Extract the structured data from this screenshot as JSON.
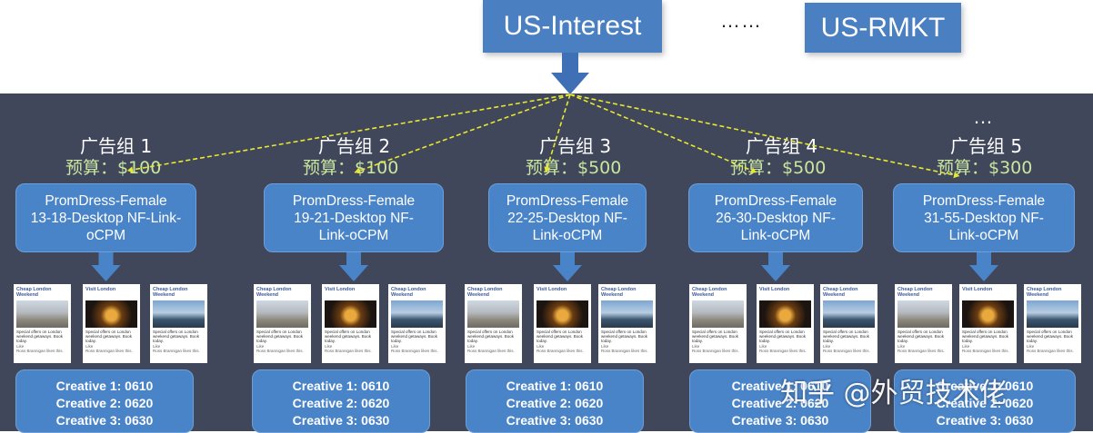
{
  "top": {
    "primary_label": "US-Interest",
    "ellipsis": "……",
    "secondary_label": "US-RMKT"
  },
  "panel_ellipsis": "…",
  "groups": [
    {
      "title": "广告组 1",
      "budget": "预算：$100",
      "adset_lines": [
        "PromDress-Female",
        "13-18-Desktop NF-Link-",
        "oCPM"
      ],
      "creatives": [
        "Creative 1: 0610",
        "Creative 2: 0620",
        "Creative 3: 0630"
      ]
    },
    {
      "title": "广告组 2",
      "budget": "预算：$100",
      "adset_lines": [
        "PromDress-Female",
        "19-21-Desktop NF-",
        "Link-oCPM"
      ],
      "creatives": [
        "Creative 1: 0610",
        "Creative 2: 0620",
        "Creative 3: 0630"
      ]
    },
    {
      "title": "广告组 3",
      "budget": "预算：$500",
      "adset_lines": [
        "PromDress-Female",
        "22-25-Desktop NF-",
        "Link-oCPM"
      ],
      "creatives": [
        "Creative 1: 0610",
        "Creative 2: 0620",
        "Creative 3: 0630"
      ]
    },
    {
      "title": "广告组 4",
      "budget": "预算：$500",
      "adset_lines": [
        "PromDress-Female",
        "26-30-Desktop NF-",
        "Link-oCPM"
      ],
      "creatives": [
        "Creative 1: 0610",
        "Creative 2: 0620",
        "Creative 3: 0630"
      ]
    },
    {
      "title": "广告组 5",
      "budget": "预算：$300",
      "adset_lines": [
        "PromDress-Female",
        "31-55-Desktop NF-",
        "Link-oCPM"
      ],
      "creatives": [
        "Creative 1: 0610",
        "Creative 2: 0620",
        "Creative 3: 0630"
      ]
    }
  ],
  "ad_cards": [
    {
      "title": "Cheap London Weekend",
      "text": "Special offers on London weekend getaways. Book today.",
      "like": "Like",
      "footer": "Ross Brannigan likes this."
    },
    {
      "title": "Visit London",
      "text": "Special offers on London weekend getaways. Book today.",
      "like": "Like",
      "footer": "Ross Brannigan likes this."
    },
    {
      "title": "Cheap London Weekend",
      "text": "Special offers on London weekend getaways. Book today.",
      "like": "Like",
      "footer": "Ross Brannigan likes this."
    }
  ],
  "watermark": "知乎 @外贸技术佬",
  "colors": {
    "box_blue": "#4a7fc1",
    "panel_bg": "#41475a",
    "budget_green": "#c8e6a0",
    "connector_yellow": "#e8e830",
    "arrow_blue": "#3f6fb4"
  }
}
